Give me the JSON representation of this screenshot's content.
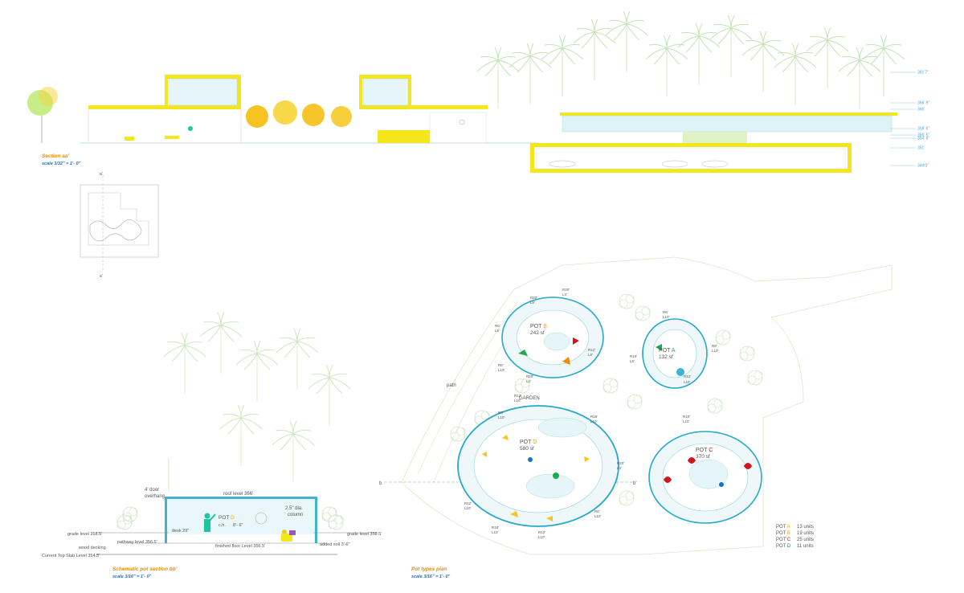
{
  "section_aa": {
    "title": "Section aa'",
    "scale": "scale 3/32\" = 1'- 0\"",
    "levels": [
      "381'7\"",
      "366' 9\"",
      "366'",
      "358' 6\"",
      "356' 5\"",
      "354' 6\"",
      "351'",
      "344'0\""
    ]
  },
  "key_plan": {
    "marker_top": "a'",
    "marker_bottom": "a'"
  },
  "section_bb": {
    "title": "Schematic pot section bb'",
    "scale": "scale 3/16\" = 1'- 0\"",
    "labels": {
      "door_overhang": "4' door\noverhang",
      "roof_level": "roof level 366'",
      "column": "2.5\" dia.\ncolumn",
      "pot_prefix": "POT",
      "pot_letter": "D",
      "ceiling": "c.h.",
      "ceiling_val": "8'- 6\"",
      "desk": "desk 29\"",
      "grade_left": "grade level 358.5'",
      "grade_right": "grade level 358.5'",
      "pathway": "pathway level 356.5'",
      "wood": "wood decking",
      "finished_floor": "finished floor Level 356.5'",
      "added_soil": "added soil 3'-6\"",
      "top_slab": "Current Top Slab Level 354.5'"
    }
  },
  "plan": {
    "title": "Pot types plan",
    "scale": "scale 3/16\" = 1'- 0\"",
    "labels": {
      "path": "path",
      "garden": "GARDEN",
      "section_b": "b",
      "section_b2": "b'"
    },
    "pots": [
      {
        "prefix": "POT",
        "letter": "B",
        "area": "242 sf"
      },
      {
        "prefix": "POT",
        "letter": "A",
        "area": "132 sf"
      },
      {
        "prefix": "POT",
        "letter": "D",
        "area": "580 sf"
      },
      {
        "prefix": "POT",
        "letter": "C",
        "area": "370 sf"
      }
    ],
    "radii": [
      "R20'",
      "L5'",
      "R6'",
      "L6'",
      "R8'",
      "L10'",
      "R20'",
      "L4'",
      "R12'",
      "L6'",
      "R6'",
      "L10'",
      "R10'",
      "L5'",
      "R12'",
      "L10'",
      "R8'",
      "L10'",
      "R8'",
      "L10'",
      "R20'",
      "L4'",
      "R12'",
      "L10'",
      "R15'",
      "L10'",
      "R20'",
      "L4'",
      "R12'",
      "L10'",
      "R18'",
      "L10'",
      "R12'",
      "L10'",
      "R6'",
      "L10'",
      "R10'",
      "L10'"
    ],
    "legend": [
      {
        "prefix": "POT",
        "letter": "A",
        "count": "13 units",
        "color": "#f2a400"
      },
      {
        "prefix": "POT",
        "letter": "B",
        "count": "19 units",
        "color": "#f2a400"
      },
      {
        "prefix": "POT",
        "letter": "C",
        "count": "25 units",
        "color": "#d4141b"
      },
      {
        "prefix": "POT",
        "letter": "D",
        "count": "11 units",
        "color": "#1a6fd0"
      }
    ]
  },
  "colors": {
    "yellow": "#f5e61c",
    "cyan": "#27a9c9",
    "palm": "#b7dca8",
    "orange_caption": "#f08a00",
    "blue_caption": "#1a6fd0",
    "pot_c_red": "#d4141b"
  }
}
